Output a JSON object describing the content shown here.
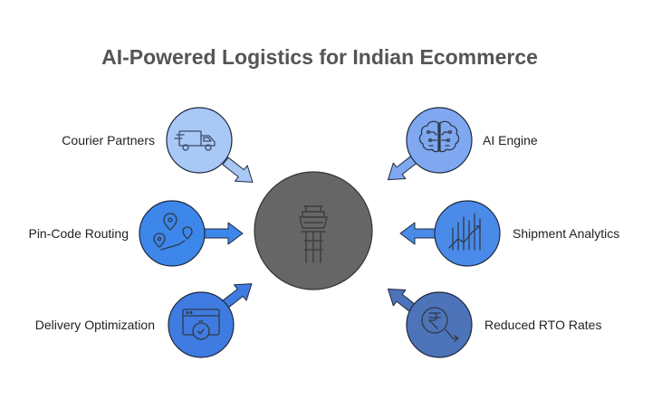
{
  "title": "AI-Powered Logistics for Indian Ecommerce",
  "hub": {
    "icon": "control-tower-icon",
    "color": "#666666"
  },
  "nodes": [
    {
      "id": "courier-partners",
      "label": "Courier Partners",
      "icon": "truck-icon",
      "color": "#a8c8f5"
    },
    {
      "id": "pin-code-routing",
      "label": "Pin-Code Routing",
      "icon": "map-pins-icon",
      "color": "#3d86ea"
    },
    {
      "id": "delivery-optimization",
      "label": "Delivery Optimization",
      "icon": "timer-window-icon",
      "color": "#3f7be0"
    },
    {
      "id": "ai-engine",
      "label": "AI Engine",
      "icon": "brain-circuit-icon",
      "color": "#7fa8f0"
    },
    {
      "id": "shipment-analytics",
      "label": "Shipment Analytics",
      "icon": "trend-chart-icon",
      "color": "#4a8ae8"
    },
    {
      "id": "reduced-rto-rates",
      "label": "Reduced RTO Rates",
      "icon": "rupee-down-icon",
      "color": "#4d73b8"
    }
  ]
}
